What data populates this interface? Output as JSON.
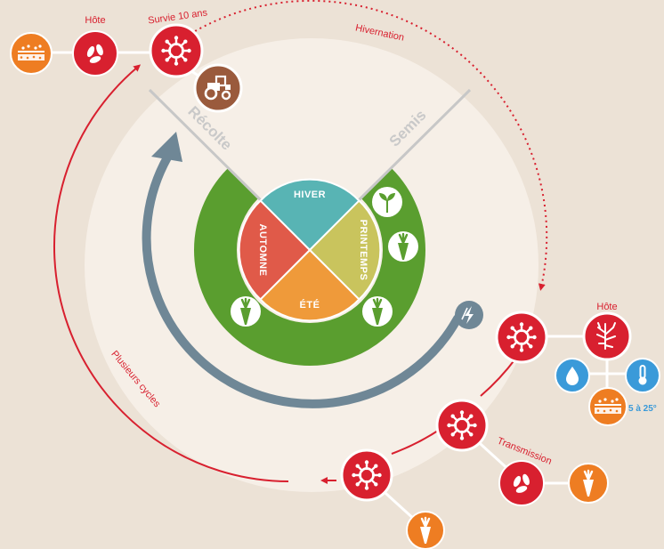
{
  "labels": {
    "hote_top": "Hôte",
    "survie": "Survie 10 ans",
    "hivernation": "Hivernation",
    "recolte": "Récolte",
    "semis": "Semis",
    "hote_right": "Hôte",
    "temperature": "5 à 25°",
    "transmission": "Transmission",
    "plusieurs_cycles": "Plusieurs cycles"
  },
  "seasons": {
    "winter": "HIVER",
    "spring": "PRINTEMPS",
    "summer": "ÉTÉ",
    "autumn": "AUTOMNE"
  },
  "colors": {
    "background": "#ece2d6",
    "inner_disc": "#f6efe7",
    "green_ring": "#5a9e2f",
    "winter": "#58b4b4",
    "spring": "#c9c45d",
    "summer": "#ef9a3a",
    "autumn": "#e05a49",
    "pathogen_red": "#d8202f",
    "soil_orange": "#ee7d22",
    "gray_arrow": "#6f8796",
    "water_blue": "#3a9ad9",
    "tractor_brown": "#9a5a3c",
    "divider_gray": "#c7c7c7"
  },
  "icons": [
    "soil-icon",
    "seeds-icon",
    "pathogen-icon",
    "tractor-icon",
    "seedling-icon",
    "carrot-icon",
    "lightning-icon",
    "roots-icon",
    "water-drop-icon",
    "thermometer-icon"
  ]
}
